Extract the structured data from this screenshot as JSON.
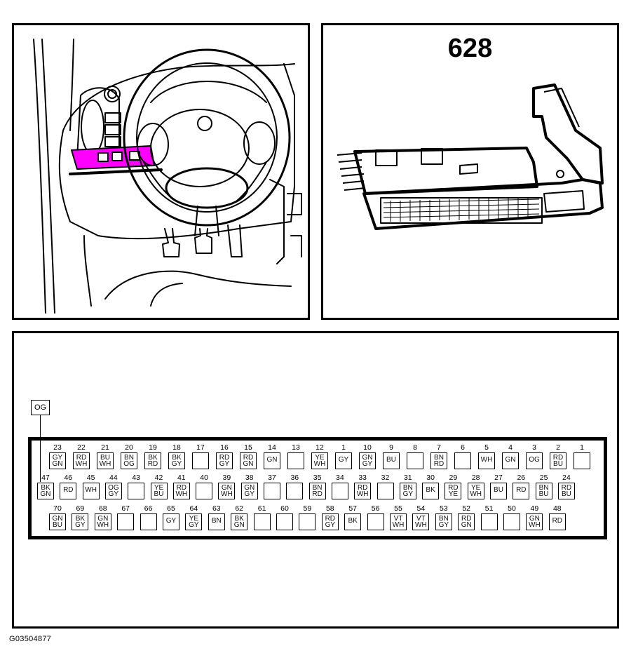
{
  "connector_panel": {
    "number": "628"
  },
  "footer": {
    "image_code": "G03504877"
  },
  "colors": {
    "highlight": "#ff00ff",
    "stroke": "#000000"
  },
  "leader": {
    "label": "OG",
    "pin": "47"
  },
  "rows": [
    [
      {
        "n": "23",
        "c": [
          "GY",
          "GN"
        ]
      },
      {
        "n": "22",
        "c": [
          "RD",
          "WH"
        ]
      },
      {
        "n": "21",
        "c": [
          "BU",
          "WH"
        ]
      },
      {
        "n": "20",
        "c": [
          "BN",
          "OG"
        ]
      },
      {
        "n": "19",
        "c": [
          "BK",
          "RD"
        ]
      },
      {
        "n": "18",
        "c": [
          "BK",
          "GY"
        ]
      },
      {
        "n": "17",
        "c": []
      },
      {
        "n": "16",
        "c": [
          "RD",
          "GY"
        ]
      },
      {
        "n": "15",
        "c": [
          "RD",
          "GN"
        ]
      },
      {
        "n": "14",
        "c": [
          "GN"
        ]
      },
      {
        "n": "13",
        "c": []
      },
      {
        "n": "12",
        "c": [
          "YE",
          "WH"
        ]
      },
      {
        "n": "1",
        "c": [
          "GY"
        ]
      },
      {
        "n": "10",
        "c": [
          "GN",
          "GY"
        ]
      },
      {
        "n": "9",
        "c": [
          "BU"
        ]
      },
      {
        "n": "8",
        "c": []
      },
      {
        "n": "7",
        "c": [
          "BN",
          "RD"
        ]
      },
      {
        "n": "6",
        "c": []
      },
      {
        "n": "5",
        "c": [
          "WH"
        ]
      },
      {
        "n": "4",
        "c": [
          "GN"
        ]
      },
      {
        "n": "3",
        "c": [
          "OG"
        ]
      },
      {
        "n": "2",
        "c": [
          "RD",
          "BU"
        ]
      },
      {
        "n": "1",
        "c": []
      }
    ],
    [
      {
        "n": "47",
        "c": [
          "BK",
          "GN"
        ]
      },
      {
        "n": "46",
        "c": [
          "RD"
        ]
      },
      {
        "n": "45",
        "c": [
          "WH"
        ]
      },
      {
        "n": "44",
        "c": [
          "OG",
          "GY"
        ]
      },
      {
        "n": "43",
        "c": []
      },
      {
        "n": "42",
        "c": [
          "YE",
          "BU"
        ]
      },
      {
        "n": "41",
        "c": [
          "RD",
          "WH"
        ]
      },
      {
        "n": "40",
        "c": []
      },
      {
        "n": "39",
        "c": [
          "GN",
          "WH"
        ]
      },
      {
        "n": "38",
        "c": [
          "GN",
          "GY"
        ]
      },
      {
        "n": "37",
        "c": []
      },
      {
        "n": "36",
        "c": []
      },
      {
        "n": "35",
        "c": [
          "BN",
          "RD"
        ]
      },
      {
        "n": "34",
        "c": []
      },
      {
        "n": "33",
        "c": [
          "RD",
          "WH"
        ]
      },
      {
        "n": "32",
        "c": []
      },
      {
        "n": "31",
        "c": [
          "BN",
          "GY"
        ]
      },
      {
        "n": "30",
        "c": [
          "BK"
        ]
      },
      {
        "n": "29",
        "c": [
          "RD",
          "YE"
        ]
      },
      {
        "n": "28",
        "c": [
          "YE",
          "WH"
        ]
      },
      {
        "n": "27",
        "c": [
          "BU"
        ]
      },
      {
        "n": "26",
        "c": [
          "RD"
        ]
      },
      {
        "n": "25",
        "c": [
          "BN",
          "BU"
        ]
      },
      {
        "n": "24",
        "c": [
          "RD",
          "BU"
        ]
      }
    ],
    [
      {
        "n": "70",
        "c": [
          "GN",
          "BU"
        ]
      },
      {
        "n": "69",
        "c": [
          "BK",
          "GY"
        ]
      },
      {
        "n": "68",
        "c": [
          "GN",
          "WH"
        ]
      },
      {
        "n": "67",
        "c": []
      },
      {
        "n": "66",
        "c": []
      },
      {
        "n": "65",
        "c": [
          "GY"
        ]
      },
      {
        "n": "64",
        "c": [
          "YE",
          "GY"
        ]
      },
      {
        "n": "63",
        "c": [
          "BN"
        ]
      },
      {
        "n": "62",
        "c": [
          "BK",
          "GN"
        ]
      },
      {
        "n": "61",
        "c": []
      },
      {
        "n": "60",
        "c": []
      },
      {
        "n": "59",
        "c": []
      },
      {
        "n": "58",
        "c": [
          "RD",
          "GY"
        ]
      },
      {
        "n": "57",
        "c": [
          "BK"
        ]
      },
      {
        "n": "56",
        "c": []
      },
      {
        "n": "55",
        "c": [
          "VT",
          "WH"
        ]
      },
      {
        "n": "54",
        "c": [
          "VT",
          "WH"
        ]
      },
      {
        "n": "53",
        "c": [
          "BN",
          "GY"
        ]
      },
      {
        "n": "52",
        "c": [
          "RD",
          "GN"
        ]
      },
      {
        "n": "51",
        "c": []
      },
      {
        "n": "50",
        "c": []
      },
      {
        "n": "49",
        "c": [
          "GN",
          "WH"
        ]
      },
      {
        "n": "48",
        "c": [
          "RD"
        ]
      }
    ]
  ]
}
